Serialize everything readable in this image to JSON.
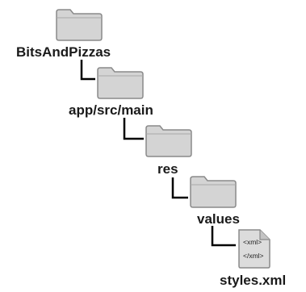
{
  "tree": {
    "nodes": [
      {
        "name": "BitsAndPizzas",
        "kind": "folder-icon"
      },
      {
        "name": "app/src/main",
        "kind": "folder-icon"
      },
      {
        "name": "res",
        "kind": "folder-icon"
      },
      {
        "name": "values",
        "kind": "folder-icon"
      },
      {
        "name": "styles.xml",
        "kind": "xml-file-icon"
      }
    ],
    "file_icon": {
      "open_tag": "<xml>",
      "close_tag": "</xml>"
    }
  },
  "colors": {
    "folder_fill": "#d4d4d4",
    "folder_stroke": "#8a8a8a",
    "connector": "#000000",
    "label_text": "#1a1a1a"
  }
}
